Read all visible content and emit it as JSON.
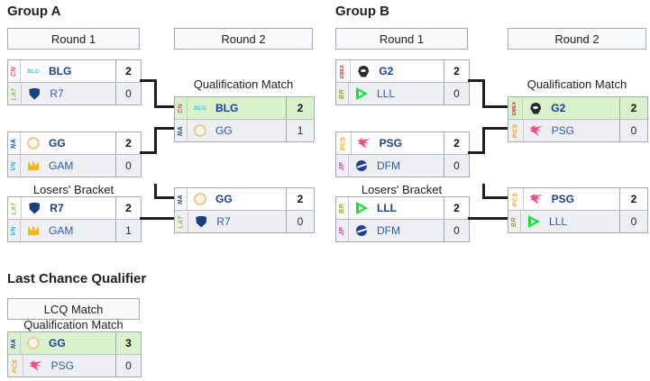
{
  "groups": [
    {
      "title": "Group A",
      "headers": {
        "round1": "Round 1",
        "round2": "Round 2"
      },
      "labels": {
        "qualification": "Qualification Match",
        "losers": "Losers' Bracket"
      },
      "matches": {
        "opening1": {
          "top": {
            "region": "CN",
            "team": "BLG",
            "score": "2",
            "icon": "blg"
          },
          "bottom": {
            "region": "LAT",
            "team": "R7",
            "score": "0",
            "icon": "r7"
          }
        },
        "opening2": {
          "top": {
            "region": "NA",
            "team": "GG",
            "score": "2",
            "icon": "gg"
          },
          "bottom": {
            "region": "VN",
            "team": "GAM",
            "score": "0",
            "icon": "gam"
          }
        },
        "qualification": {
          "top": {
            "region": "CN",
            "team": "BLG",
            "score": "2",
            "icon": "blg"
          },
          "bottom": {
            "region": "NA",
            "team": "GG",
            "score": "1",
            "icon": "gg"
          }
        },
        "losers": {
          "top": {
            "region": "LAT",
            "team": "R7",
            "score": "2",
            "icon": "r7"
          },
          "bottom": {
            "region": "VN",
            "team": "GAM",
            "score": "1",
            "icon": "gam"
          }
        },
        "decider": {
          "top": {
            "region": "NA",
            "team": "GG",
            "score": "2",
            "icon": "gg"
          },
          "bottom": {
            "region": "LAT",
            "team": "R7",
            "score": "0",
            "icon": "r7"
          }
        }
      }
    },
    {
      "title": "Group B",
      "headers": {
        "round1": "Round 1",
        "round2": "Round 2"
      },
      "labels": {
        "qualification": "Qualification Match",
        "losers": "Losers' Bracket"
      },
      "matches": {
        "opening1": {
          "top": {
            "region": "EMEA",
            "team": "G2",
            "score": "2",
            "icon": "g2"
          },
          "bottom": {
            "region": "BR",
            "team": "LLL",
            "score": "0",
            "icon": "lll"
          }
        },
        "opening2": {
          "top": {
            "region": "PCS",
            "team": "PSG",
            "score": "2",
            "icon": "psg"
          },
          "bottom": {
            "region": "JP",
            "team": "DFM",
            "score": "0",
            "icon": "dfm"
          }
        },
        "qualification": {
          "top": {
            "region": "EMEA",
            "team": "G2",
            "score": "2",
            "icon": "g2"
          },
          "bottom": {
            "region": "PCS",
            "team": "PSG",
            "score": "0",
            "icon": "psg"
          }
        },
        "losers": {
          "top": {
            "region": "BR",
            "team": "LLL",
            "score": "2",
            "icon": "lll"
          },
          "bottom": {
            "region": "JP",
            "team": "DFM",
            "score": "0",
            "icon": "dfm"
          }
        },
        "decider": {
          "top": {
            "region": "PCS",
            "team": "PSG",
            "score": "2",
            "icon": "psg"
          },
          "bottom": {
            "region": "BR",
            "team": "LLL",
            "score": "0",
            "icon": "lll"
          }
        }
      }
    }
  ],
  "lcq": {
    "title": "Last Chance Qualifier",
    "header": "LCQ Match",
    "label": "Qualification Match",
    "match": {
      "top": {
        "region": "NA",
        "team": "GG",
        "score": "3",
        "icon": "gg"
      },
      "bottom": {
        "region": "PCS",
        "team": "PSG",
        "score": "0",
        "icon": "psg"
      }
    }
  },
  "colors": {
    "regions": {
      "CN": "#e0457b",
      "LAT": "#8dc63f",
      "NA": "#1b3d91",
      "VN": "#2fa8df",
      "EMEA": "#cc2f25",
      "BR": "#9aa023",
      "PCS": "#f2a20c",
      "JP": "#b3399e"
    },
    "qualified_row_bg": "#d9f2cc",
    "loser_row_bg": "#edeff2",
    "box_border": "#a2a9b1",
    "team_link": "#3159b8",
    "winner_link": "#1c3e96",
    "connector": "#1f1f1f"
  },
  "icon_names": [
    "blg-logo-icon",
    "r7-logo-icon",
    "gg-logo-icon",
    "gam-logo-icon",
    "g2-logo-icon",
    "lll-logo-icon",
    "psg-logo-icon",
    "dfm-logo-icon"
  ]
}
